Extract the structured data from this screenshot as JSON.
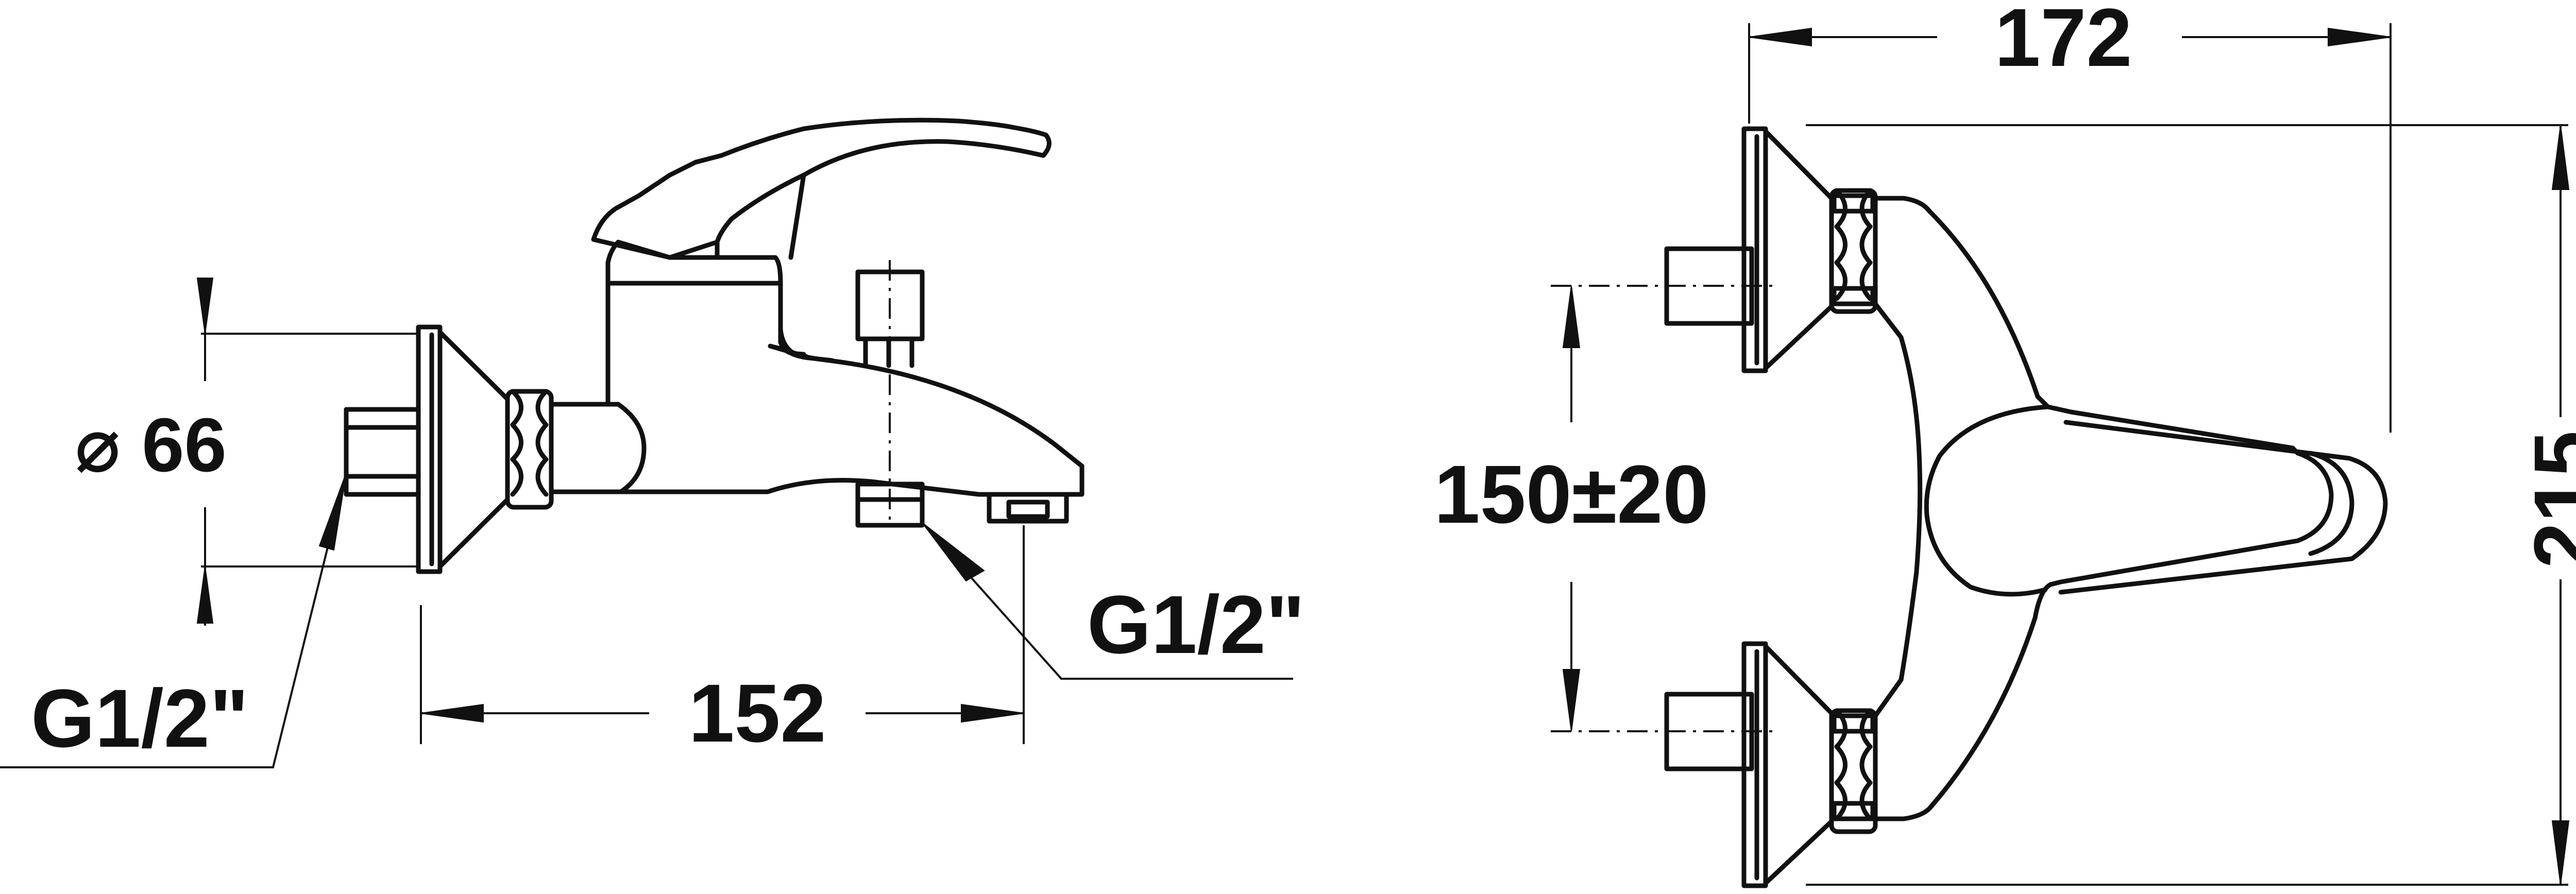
{
  "diagram": {
    "side_view": {
      "diameter_label": "⌀ 66",
      "length_label": "152",
      "inlet_thread_label": "G1/2\"",
      "outlet_thread_label": "G1/2\""
    },
    "front_view": {
      "width_label": "172",
      "center_distance_label": "150±20",
      "height_label": "215"
    }
  }
}
